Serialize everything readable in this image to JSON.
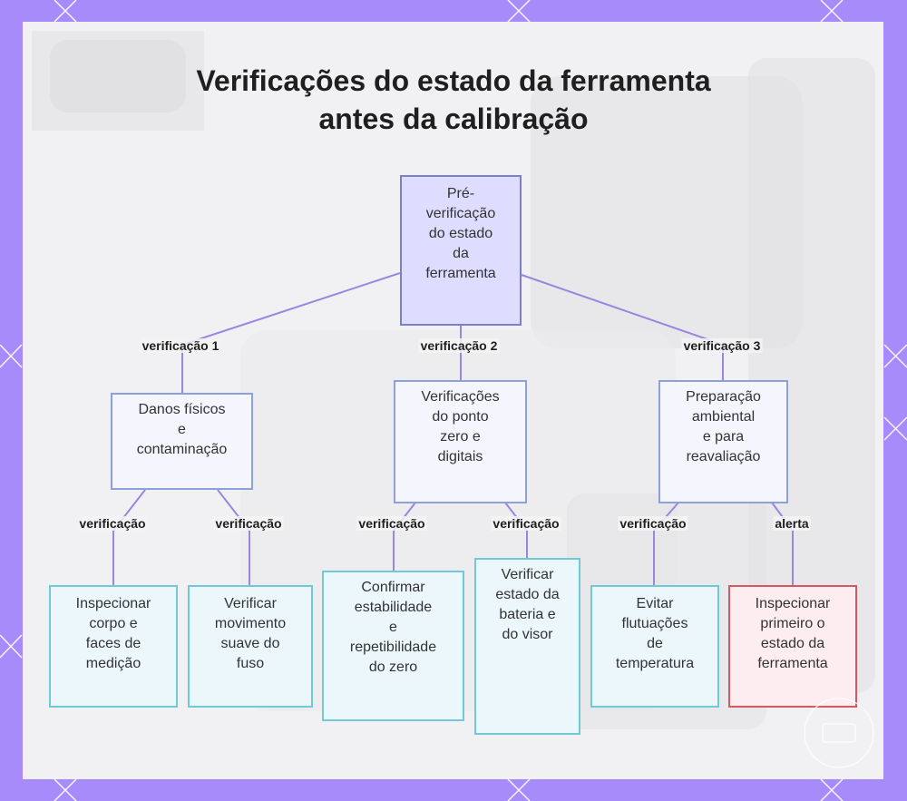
{
  "title": {
    "line1": "Verificações do estado da ferramenta",
    "line2": "antes da calibração"
  },
  "colors": {
    "frame": "#a78bfa",
    "edge": "#9a86e0",
    "root_fill": "#dedcff",
    "mid_fill": "#f5f6fd",
    "leaf_border": "#6fcad8",
    "alert_border": "#d4585f"
  },
  "nodes": {
    "root": "Pré-\nverificação\ndo estado\nda\nferramenta",
    "check1": "Danos físicos\ne\ncontaminação",
    "check2": "Verificações\ndo ponto\nzero e\ndigitais",
    "check3": "Preparação\nambiental\ne para\nreavaliação",
    "leaf1": "Inspecionar\ncorpo e\nfaces de\nmedição",
    "leaf2": "Verificar\nmovimento\nsuave do\nfuso",
    "leaf3": "Confirmar\nestabilidade\ne\nrepetibilidade\ndo zero",
    "leaf4": "Verificar\nestado da\nbateria e\ndo visor",
    "leaf5": "Evitar\nflutuações\nde\ntemperatura",
    "leaf6": "Inspecionar\nprimeiro o\nestado da\nferramenta"
  },
  "edge_labels": {
    "e1": "verificação 1",
    "e2": "verificação 2",
    "e3": "verificação 3",
    "e4": "verificação",
    "e5": "verificação",
    "e6": "verificação",
    "e7": "verificação",
    "e8": "verificação",
    "e9": "alerta"
  }
}
